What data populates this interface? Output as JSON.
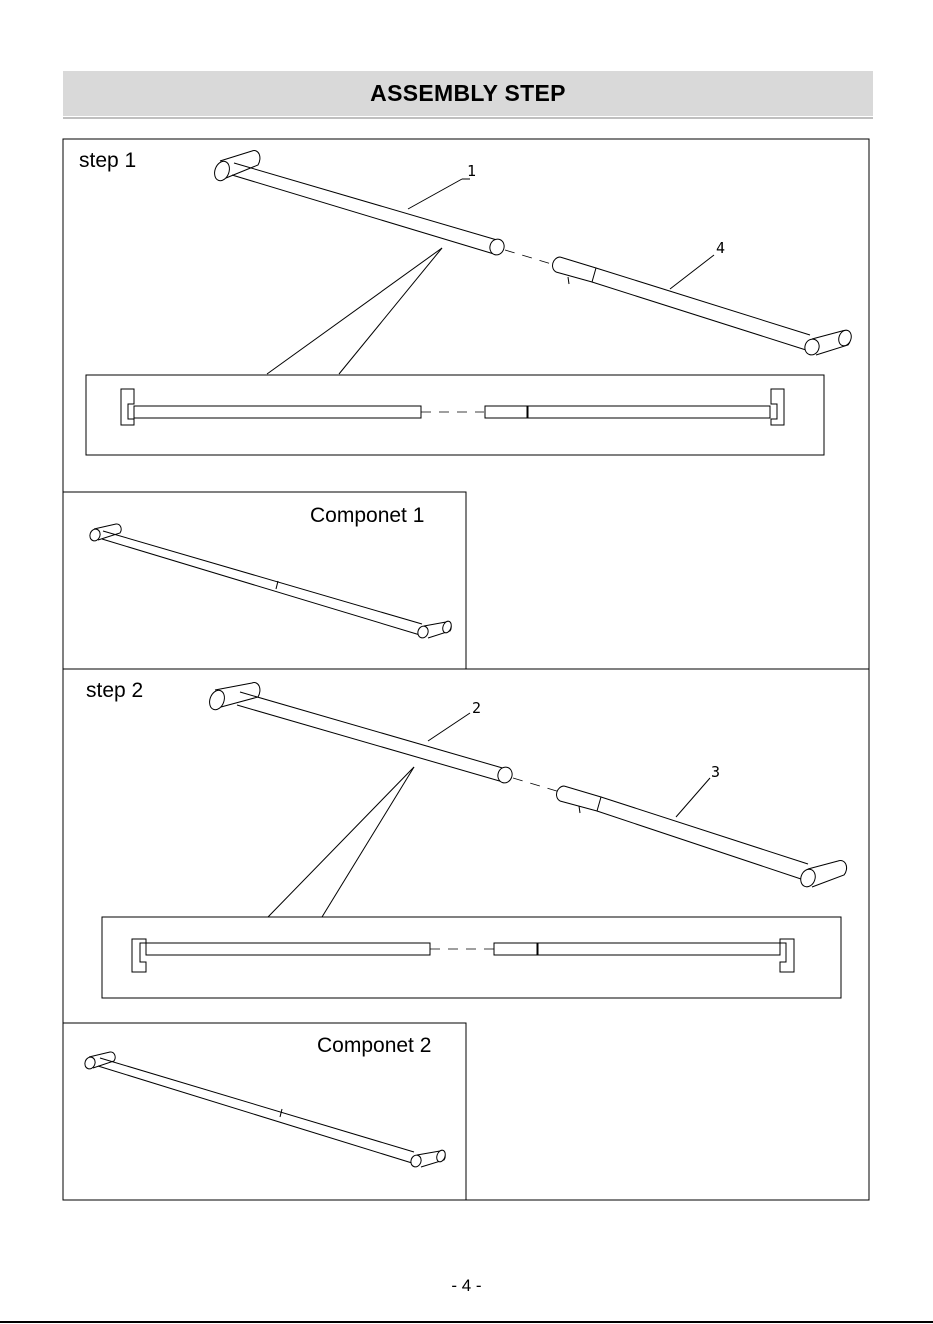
{
  "header": {
    "title": "ASSEMBLY STEP"
  },
  "steps": [
    {
      "label": "step 1",
      "component_label": "Componet 1",
      "callouts": [
        "1",
        "4"
      ]
    },
    {
      "label": "step 2",
      "component_label": "Componet 2",
      "callouts": [
        "2",
        "3"
      ]
    }
  ],
  "footer": {
    "page_number": "- 4 -"
  }
}
